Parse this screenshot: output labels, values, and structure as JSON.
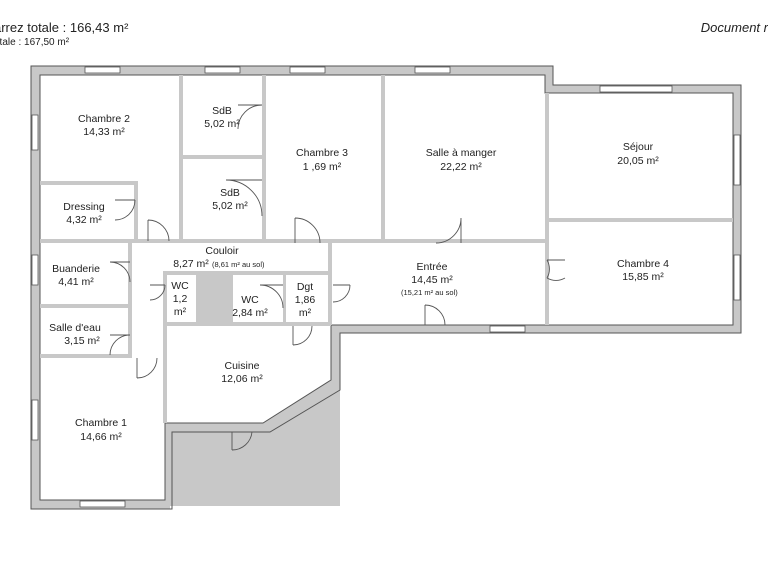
{
  "header": {
    "carrez_total": "arrez totale : 166,43 m²",
    "surface_totale": "otale : 167,50 m²",
    "document_label": "Document r"
  },
  "rooms": {
    "chambre2": {
      "name": "Chambre 2",
      "area": "14,33 m²"
    },
    "sdb1": {
      "name": "SdB",
      "area": "5,02 m²"
    },
    "chambre3": {
      "name": "Chambre 3",
      "area": "1 ,69 m²"
    },
    "salle_a_manger": {
      "name": "Salle à manger",
      "area": "22,22 m²"
    },
    "sejour": {
      "name": "Séjour",
      "area": "20,05 m²"
    },
    "dressing": {
      "name": "Dressing",
      "area": "4,32 m²"
    },
    "sdb2": {
      "name": "SdB",
      "area": "5,02 m²"
    },
    "couloir": {
      "name": "Couloir",
      "area": "8,27 m²",
      "area_note": "(8,61 m² au sol)"
    },
    "entree": {
      "name": "Entrée",
      "area": "14,45 m²",
      "area_note": "(15,21 m² au sol)"
    },
    "chambre4": {
      "name": "Chambre 4",
      "area": "15,85 m²"
    },
    "buanderie": {
      "name": "Buanderie",
      "area": "4,41 m²"
    },
    "wc1": {
      "name": "WC",
      "area_line1": "1,2",
      "area_line2": "m²"
    },
    "wc2": {
      "name": "WC",
      "area": "2,84 m²"
    },
    "dgt": {
      "name": "Dgt",
      "area_line1": "1,86",
      "area_line2": "m²"
    },
    "salle_deau": {
      "name": "Salle d'eau",
      "area": "3,15 m²"
    },
    "cuisine": {
      "name": "Cuisine",
      "area": "12,06 m²"
    },
    "chambre1": {
      "name": "Chambre 1",
      "area": "14,66 m²"
    }
  }
}
